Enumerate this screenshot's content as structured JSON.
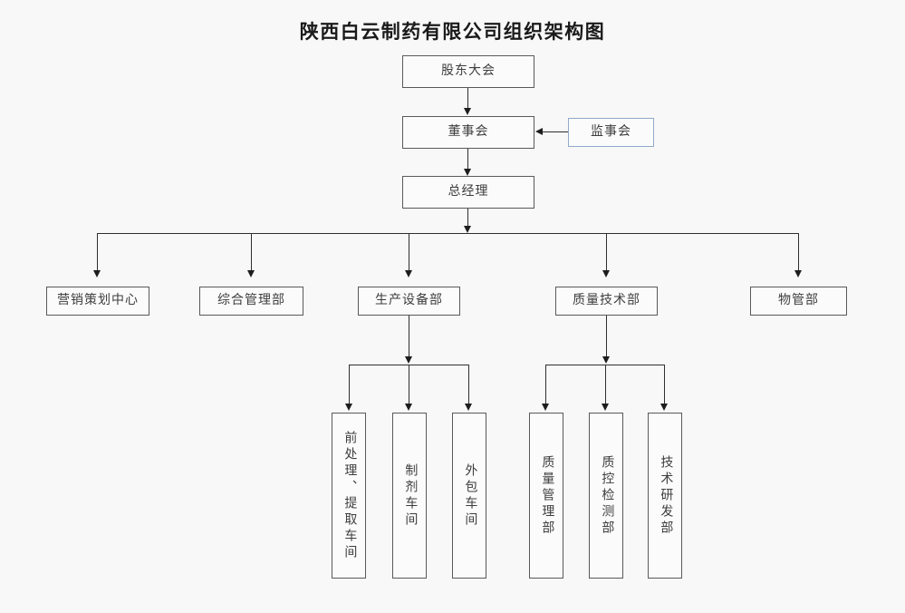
{
  "chart_data": {
    "type": "diagram",
    "title": "陕西白云制药有限公司组织架构图",
    "orientation": "top-down org chart",
    "nodes": {
      "shareholders": {
        "label": "股东大会",
        "level": 1
      },
      "board": {
        "label": "董事会",
        "level": 2
      },
      "supervisors": {
        "label": "监事会",
        "level": 2,
        "accent_color": "#8faac8"
      },
      "gm": {
        "label": "总经理",
        "level": 3
      },
      "dept1": {
        "label": "营销策划中心",
        "level": 4
      },
      "dept2": {
        "label": "综合管理部",
        "level": 4
      },
      "dept3": {
        "label": "生产设备部",
        "level": 4
      },
      "dept4": {
        "label": "质量技术部",
        "level": 4
      },
      "dept5": {
        "label": "物管部",
        "level": 4
      },
      "sub1": {
        "label": "前处理、提取车间",
        "level": 5,
        "parent": "生产设备部"
      },
      "sub2": {
        "label": "制剂车间",
        "level": 5,
        "parent": "生产设备部"
      },
      "sub3": {
        "label": "外包车间",
        "level": 5,
        "parent": "生产设备部"
      },
      "sub4": {
        "label": "质量管理部",
        "level": 5,
        "parent": "质量技术部"
      },
      "sub5": {
        "label": "质控检测部",
        "level": 5,
        "parent": "质量技术部"
      },
      "sub6": {
        "label": "技术研发部",
        "level": 5,
        "parent": "质量技术部"
      }
    },
    "edges": [
      {
        "from": "股东大会",
        "to": "董事会",
        "style": "arrow-down"
      },
      {
        "from": "监事会",
        "to": "董事会",
        "style": "arrow-left"
      },
      {
        "from": "董事会",
        "to": "总经理",
        "style": "arrow-down"
      },
      {
        "from": "总经理",
        "to": "营销策划中心",
        "style": "bus-arrow-down"
      },
      {
        "from": "总经理",
        "to": "综合管理部",
        "style": "bus-arrow-down"
      },
      {
        "from": "总经理",
        "to": "生产设备部",
        "style": "bus-arrow-down"
      },
      {
        "from": "总经理",
        "to": "质量技术部",
        "style": "bus-arrow-down"
      },
      {
        "from": "总经理",
        "to": "物管部",
        "style": "bus-arrow-down"
      },
      {
        "from": "生产设备部",
        "to": "前处理、提取车间",
        "style": "bus-arrow-down"
      },
      {
        "from": "生产设备部",
        "to": "制剂车间",
        "style": "bus-arrow-down"
      },
      {
        "from": "生产设备部",
        "to": "外包车间",
        "style": "bus-arrow-down"
      },
      {
        "from": "质量技术部",
        "to": "质量管理部",
        "style": "bus-arrow-down"
      },
      {
        "from": "质量技术部",
        "to": "质控检测部",
        "style": "bus-arrow-down"
      },
      {
        "from": "质量技术部",
        "to": "技术研发部",
        "style": "bus-arrow-down"
      }
    ],
    "colors": {
      "background": "#f8f8f8",
      "node_border": "#595959",
      "accent_border": "#8faac8",
      "connector": "#2e2e2e",
      "text": "#3e3e3e",
      "title": "#1a1a1a"
    }
  }
}
